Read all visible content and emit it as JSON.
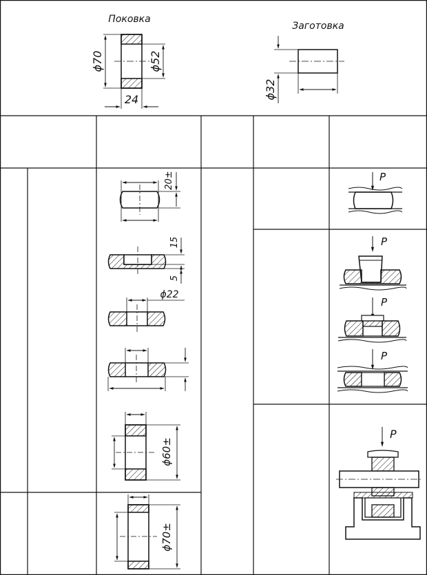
{
  "header": {
    "forging": {
      "title": "Поковка",
      "dims": {
        "outer_diameter": "ϕ70",
        "inner_diameter": "ϕ52",
        "height": "24"
      }
    },
    "blank": {
      "title": "Заготовка",
      "dims": {
        "diameter": "ϕ32"
      }
    }
  },
  "table": {
    "column_headers": [
      "",
      "",
      "",
      "",
      ""
    ],
    "row_numbers": [
      "",
      ""
    ],
    "operation_names": [
      "",
      ""
    ],
    "transition_sketches": {
      "upset_height": "20±",
      "punch_depth": "15",
      "bottom_thickness": "5",
      "punch_diameter": "ϕ22",
      "ring_inner_diameter": "ϕ60±",
      "final_outer_diameter": "ϕ70±"
    },
    "tool_labels": {
      "force": "P"
    }
  },
  "colors": {
    "line": "#111111",
    "background": "#ffffff"
  }
}
